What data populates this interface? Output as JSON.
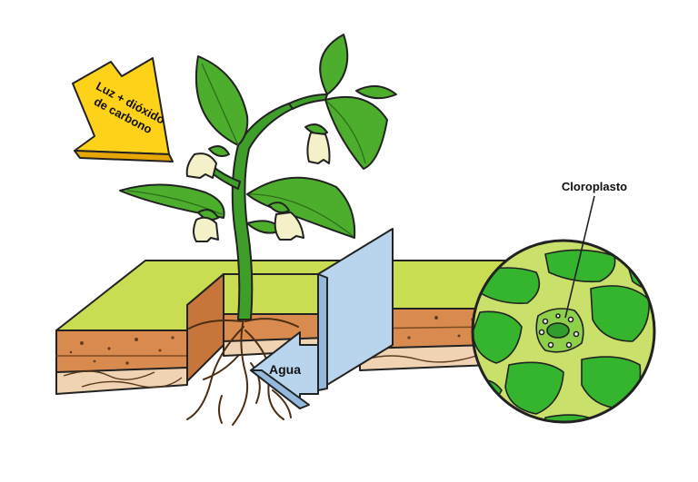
{
  "labels": {
    "light_co2": [
      "Luz + dióxido",
      "de carbono"
    ],
    "water": "Agua",
    "chloroplast": "Cloroplasto"
  },
  "colors": {
    "arrow_yellow": "#ffd21a",
    "water_blue": "#b9d5ee",
    "leaf_green": "#4cae2c",
    "grass": "#c9dc52",
    "soil_orange": "#d98b4f",
    "cell_green": "#35b52e"
  }
}
